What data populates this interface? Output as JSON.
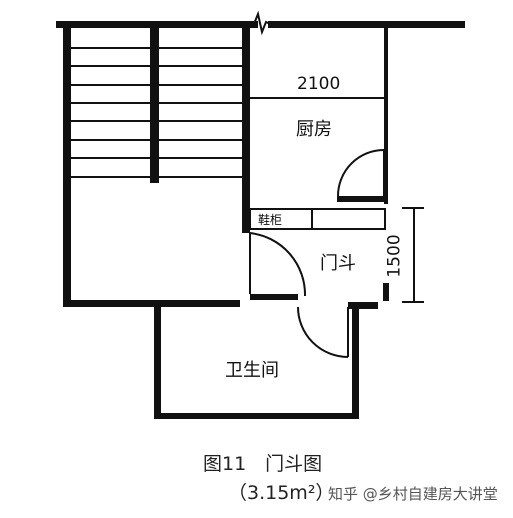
{
  "plan": {
    "rooms": {
      "kitchen": "厨房",
      "vestibule": "门斗",
      "bathroom": "卫生间",
      "shoe_cabinet": "鞋柜"
    },
    "dimensions": {
      "kitchen_width": "2100",
      "vestibule_depth": "1500"
    }
  },
  "caption": {
    "figure": "图11　门斗图",
    "area": "（3.15m²）"
  },
  "watermark": "知乎 @乡村自建房大讲堂",
  "colors": {
    "line": "#111111",
    "background": "#ffffff"
  }
}
